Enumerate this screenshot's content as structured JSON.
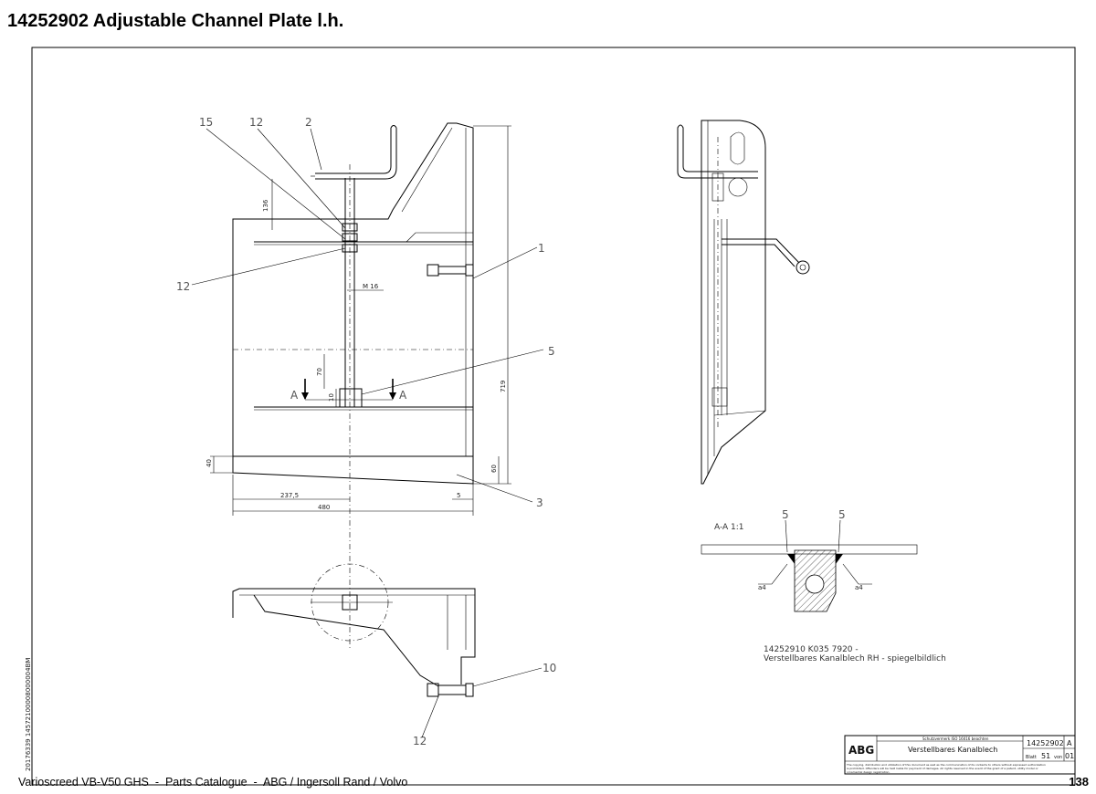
{
  "header": {
    "title": "14252902  Adjustable Channel Plate l.h."
  },
  "footer": {
    "left": "Varioscreed VB-V50 GHS  -  Parts Catalogue  -  ABG / Ingersoll Rand / Volvo",
    "page": "138"
  },
  "drawing": {
    "callouts": [
      "15",
      "12",
      "2",
      "12",
      "1",
      "5",
      "3",
      "10",
      "12"
    ],
    "dims": {
      "d136": "136",
      "m16": "M 16",
      "d70": "70",
      "d10": "10",
      "d719": "719",
      "d40": "40",
      "d60": "60",
      "d237": "237,5",
      "d5": "5",
      "d480": "480"
    },
    "section_markers": {
      "left": "A",
      "right": "A"
    },
    "section_view": {
      "title": "A-A 1:1",
      "label_left": "5",
      "label_right": "5",
      "weld_left": "a4",
      "weld_right": "a4"
    },
    "note_line1": "14252910 K035 7920 -",
    "note_line2": "Verstellbares Kanalblech RH - spiegelbildlich",
    "side_code": "20176339 14572100008000004BM"
  },
  "title_block": {
    "logo": "ABG",
    "top_note": "Schutzvermerk ISO 16016 beachten",
    "name": "Verstellbares Kanalblech",
    "number": "14252902",
    "revision": "A",
    "sheet_label": "Blatt",
    "sheet": "51",
    "of_label": "von",
    "total": "01",
    "disclaimer1": "The copying, distribution and utilization of this document as well as the communication of its contents to others without expressed authorization",
    "disclaimer2": "is prohibited. Offenders will be held liable for payment of damages. All rights reserved in the event of the grant of a patent, utility model or",
    "disclaimer3": "ornamental design registration."
  }
}
